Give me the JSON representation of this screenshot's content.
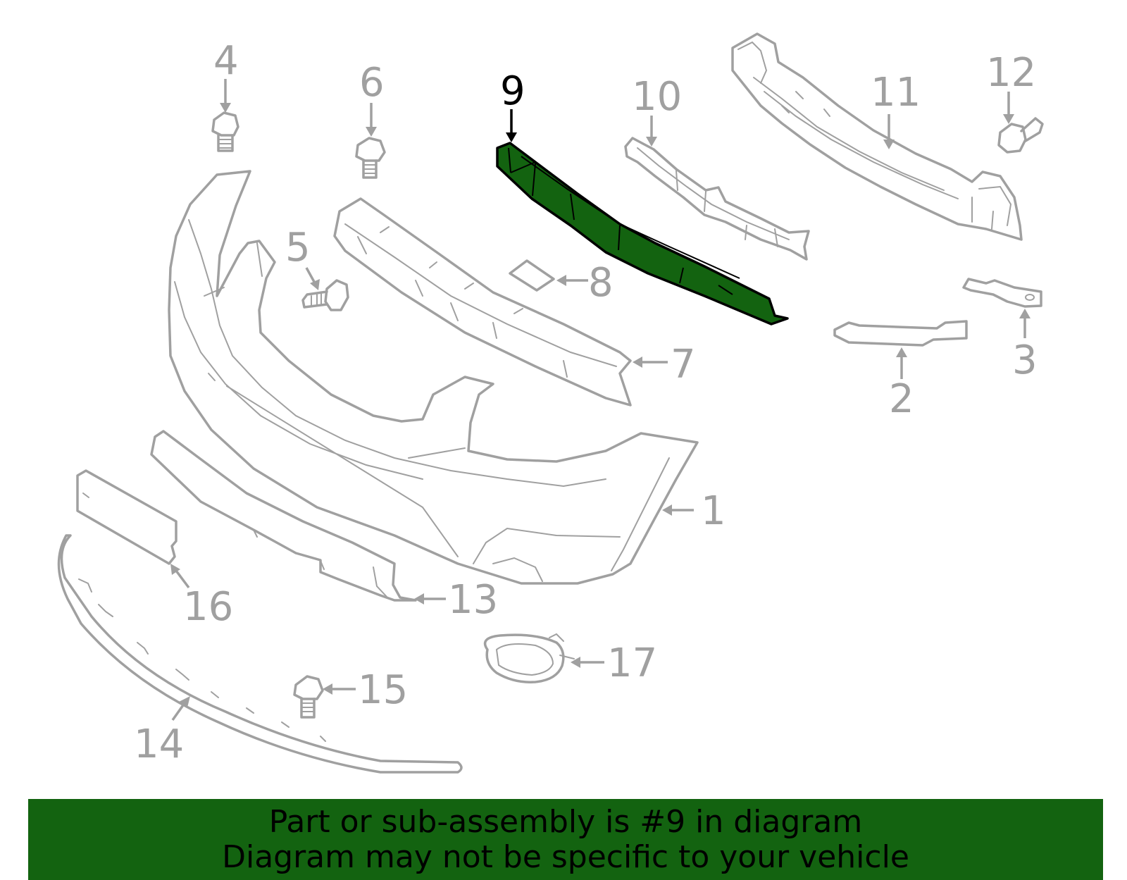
{
  "diagram": {
    "highlighted_part": "9",
    "callouts": {
      "c1": "1",
      "c2": "2",
      "c3": "3",
      "c4": "4",
      "c5": "5",
      "c6": "6",
      "c7": "7",
      "c8": "8",
      "c9": "9",
      "c10": "10",
      "c11": "11",
      "c12": "12",
      "c13": "13",
      "c14": "14",
      "c15": "15",
      "c16": "16",
      "c17": "17"
    },
    "colors": {
      "part_stroke": "#a0a0a0",
      "highlight_fill": "#136310",
      "highlight_stroke": "#000000"
    }
  },
  "banner": {
    "line1": "Part or sub-assembly is #9 in diagram",
    "line2": "Diagram may not be specific to your vehicle",
    "background": "#136310"
  }
}
